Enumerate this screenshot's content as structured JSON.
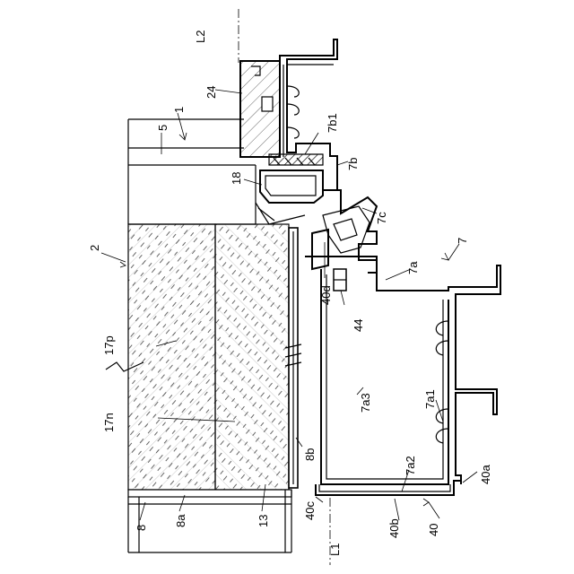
{
  "labels": {
    "L2": "L2",
    "n24": "24",
    "n1": "1",
    "n5": "5",
    "n7b1": "7b1",
    "n7b": "7b",
    "n18": "18",
    "n7c": "7c",
    "n2": "2",
    "n7a": "7a",
    "n7": "7",
    "n40d": "40d",
    "n44": "44",
    "n17p": "17p",
    "n7a3": "7a3",
    "n7a1": "7a1",
    "n17n": "17n",
    "n8b": "8b",
    "n7a2": "7a2",
    "n40a": "40a",
    "n8": "8",
    "n8a": "8a",
    "n13": "13",
    "n40c": "40c",
    "n40b": "40b",
    "n40": "40",
    "L1": "L1"
  }
}
